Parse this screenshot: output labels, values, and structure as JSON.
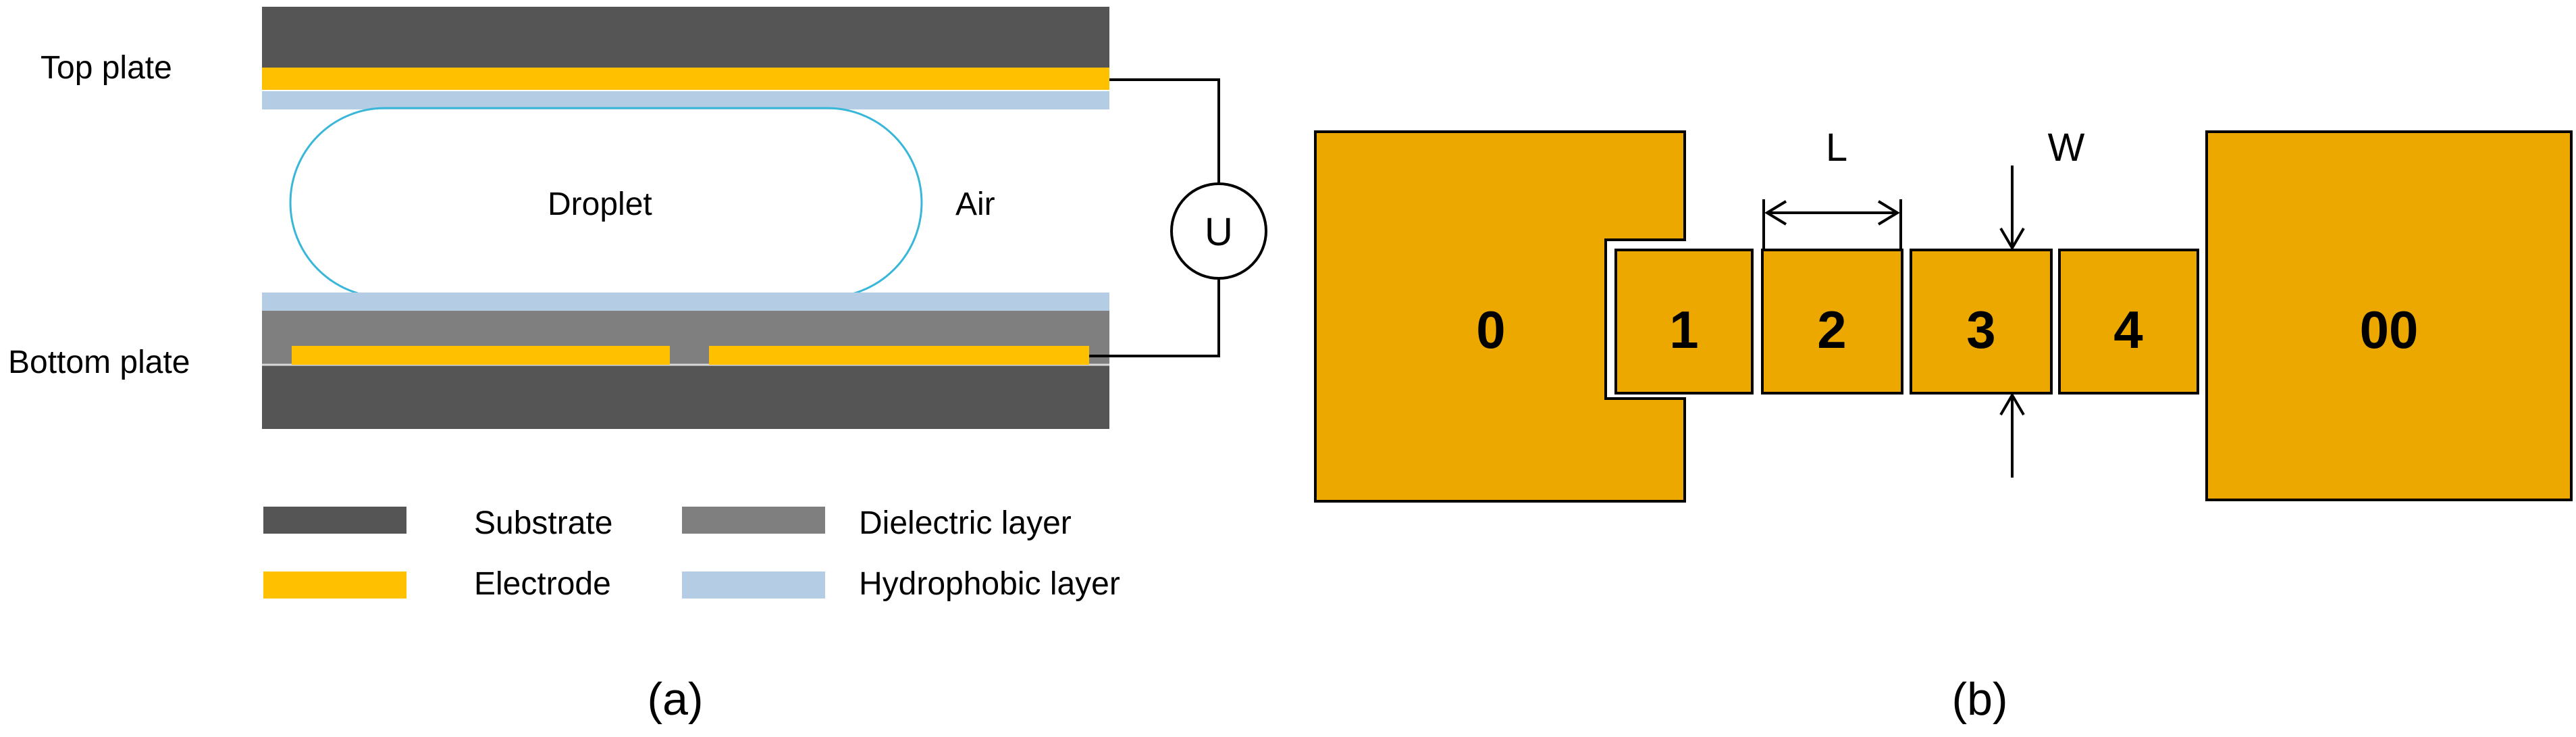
{
  "panel_a": {
    "caption": "(a)",
    "top_plate_label": "Top plate",
    "bottom_plate_label": "Bottom plate",
    "droplet_label": "Droplet",
    "air_label": "Air",
    "voltage_label": "U",
    "legend": {
      "substrate": "Substrate",
      "dielectric": "Dielectric layer",
      "electrode": "Electrode",
      "hydrophobic": "Hydrophobic layer"
    }
  },
  "panel_b": {
    "caption": "(b)",
    "length_label": "L",
    "width_label": "W",
    "electrodes": [
      "0",
      "1",
      "2",
      "3",
      "4",
      "00"
    ]
  },
  "colors": {
    "substrate": "#555555",
    "dielectric": "#7f7f7f",
    "electrode_a": "#ffc000",
    "hydrophobic": "#b4cce4",
    "electrode_b": "#eda800",
    "droplet_outline": "#39b7d8",
    "line": "#000000"
  }
}
